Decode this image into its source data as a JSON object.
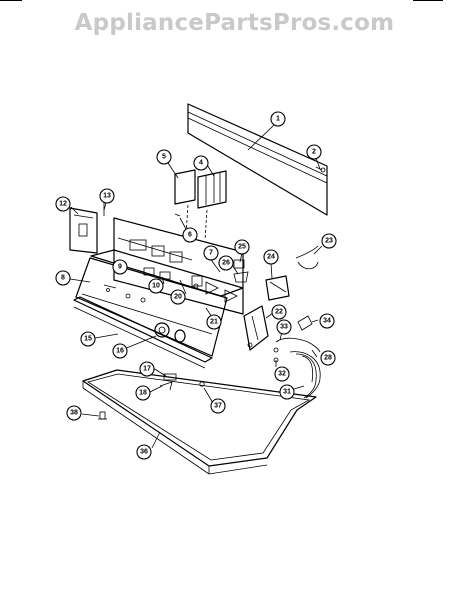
{
  "watermark": "AppliancePartsPros.com",
  "callouts": [
    {
      "label": "1"
    },
    {
      "label": "2"
    },
    {
      "label": "4"
    },
    {
      "label": "5"
    },
    {
      "label": "6"
    },
    {
      "label": "7"
    },
    {
      "label": "8"
    },
    {
      "label": "9"
    },
    {
      "label": "10"
    },
    {
      "label": "12"
    },
    {
      "label": "13"
    },
    {
      "label": "15"
    },
    {
      "label": "16"
    },
    {
      "label": "17"
    },
    {
      "label": "18"
    },
    {
      "label": "20"
    },
    {
      "label": "21"
    },
    {
      "label": "22"
    },
    {
      "label": "23"
    },
    {
      "label": "24"
    },
    {
      "label": "25"
    },
    {
      "label": "26"
    },
    {
      "label": "28"
    },
    {
      "label": "31"
    },
    {
      "label": "32"
    },
    {
      "label": "33"
    },
    {
      "label": "34"
    },
    {
      "label": "36"
    },
    {
      "label": "37"
    },
    {
      "label": "38"
    }
  ]
}
